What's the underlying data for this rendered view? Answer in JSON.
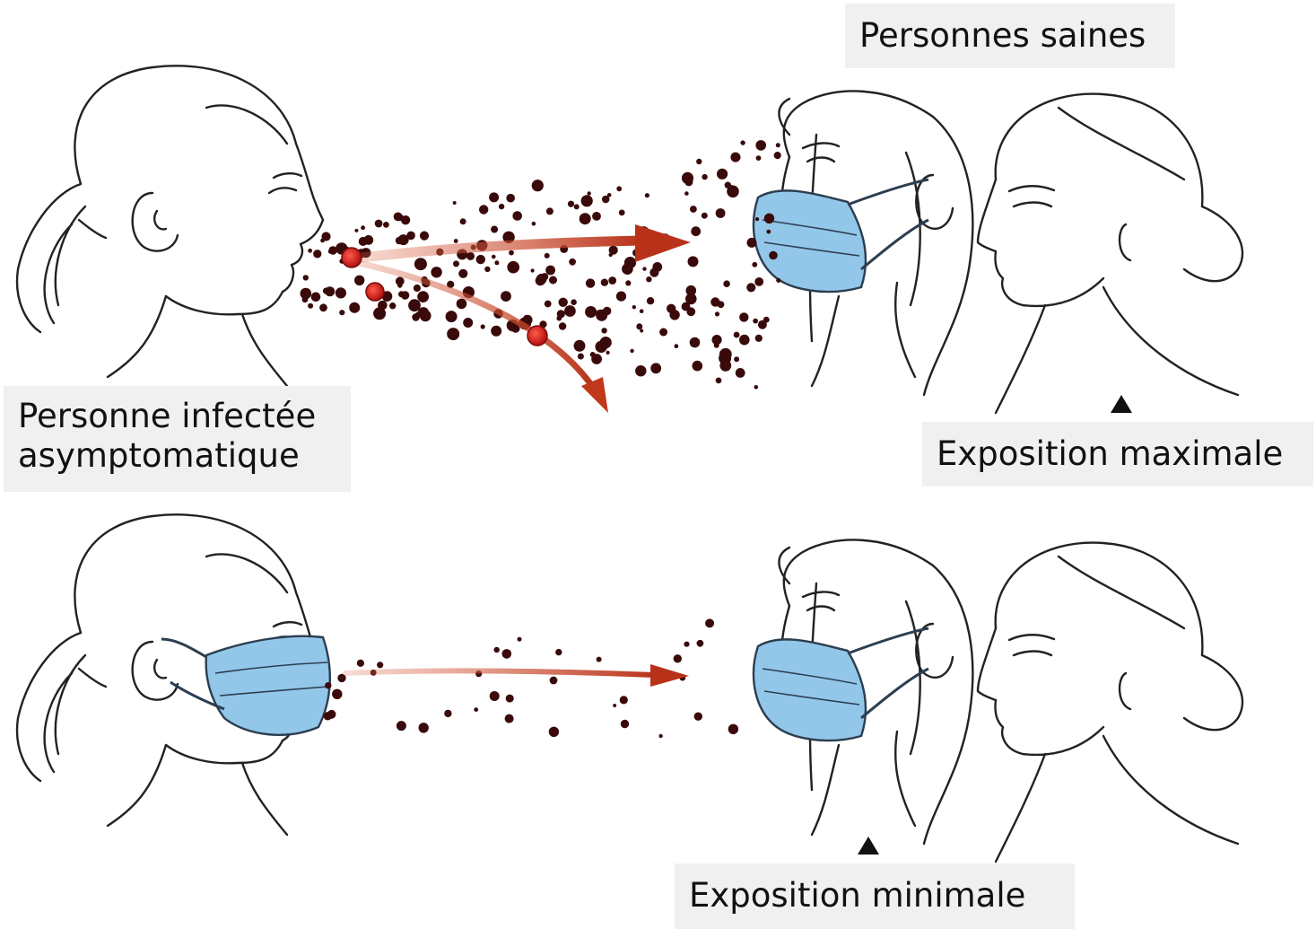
{
  "labels": {
    "healthy_people": "Personnes saines",
    "infected_line1": "Personne infectée",
    "infected_line2": "asymptomatique",
    "max_exposure": "Exposition maximale",
    "min_exposure": "Exposition minimale"
  },
  "colors": {
    "mask": "#93c7ea",
    "mask_stroke": "#2c3e50",
    "droplet": "#3a0a0a",
    "arrow": "#c0391b",
    "label_bg": "#f0f0f0"
  },
  "scenarios": [
    {
      "infected_masked": false,
      "healthy_masked": [
        true,
        false
      ],
      "exposure": "maximale"
    },
    {
      "infected_masked": true,
      "healthy_masked": [
        true,
        false
      ],
      "exposure": "minimale"
    }
  ]
}
